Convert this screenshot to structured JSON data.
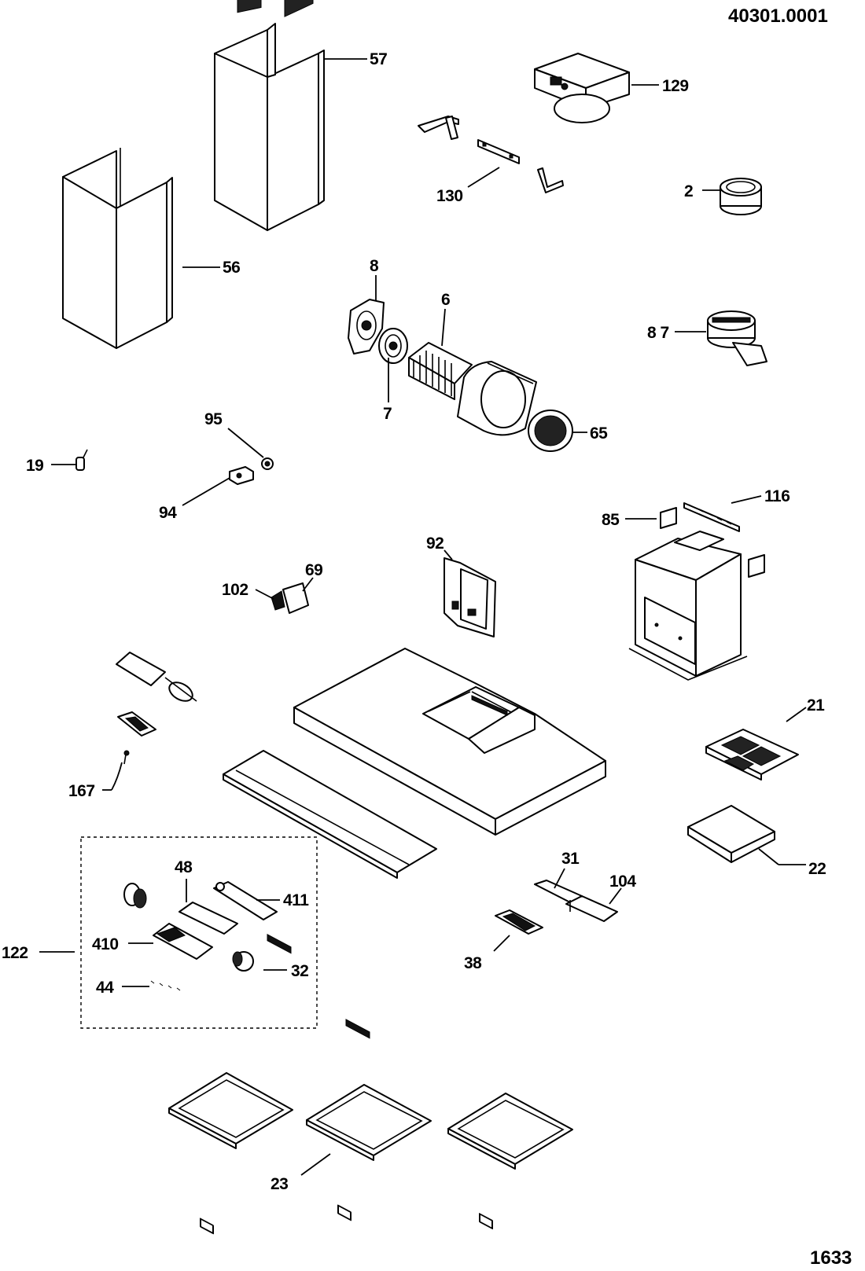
{
  "document": {
    "drawing_number": "40301.0001",
    "sheet_code": "1633"
  },
  "parts": [
    {
      "id": "57",
      "label": "57"
    },
    {
      "id": "129",
      "label": "129"
    },
    {
      "id": "130",
      "label": "130"
    },
    {
      "id": "2",
      "label": "2"
    },
    {
      "id": "56",
      "label": "56"
    },
    {
      "id": "8",
      "label": "8"
    },
    {
      "id": "6",
      "label": "6"
    },
    {
      "id": "87",
      "label": "8 7"
    },
    {
      "id": "7",
      "label": "7"
    },
    {
      "id": "95",
      "label": "95"
    },
    {
      "id": "65",
      "label": "65"
    },
    {
      "id": "19",
      "label": "19"
    },
    {
      "id": "94",
      "label": "94"
    },
    {
      "id": "116",
      "label": "116"
    },
    {
      "id": "85",
      "label": "85"
    },
    {
      "id": "92",
      "label": "92"
    },
    {
      "id": "102",
      "label": "102"
    },
    {
      "id": "69",
      "label": "69"
    },
    {
      "id": "21",
      "label": "21"
    },
    {
      "id": "167",
      "label": "167"
    },
    {
      "id": "22",
      "label": "22"
    },
    {
      "id": "48",
      "label": "48"
    },
    {
      "id": "31",
      "label": "31"
    },
    {
      "id": "411",
      "label": "411"
    },
    {
      "id": "104",
      "label": "104"
    },
    {
      "id": "122",
      "label": "122"
    },
    {
      "id": "410",
      "label": "410"
    },
    {
      "id": "32",
      "label": "32"
    },
    {
      "id": "38",
      "label": "38"
    },
    {
      "id": "44",
      "label": "44"
    },
    {
      "id": "23",
      "label": "23"
    }
  ]
}
